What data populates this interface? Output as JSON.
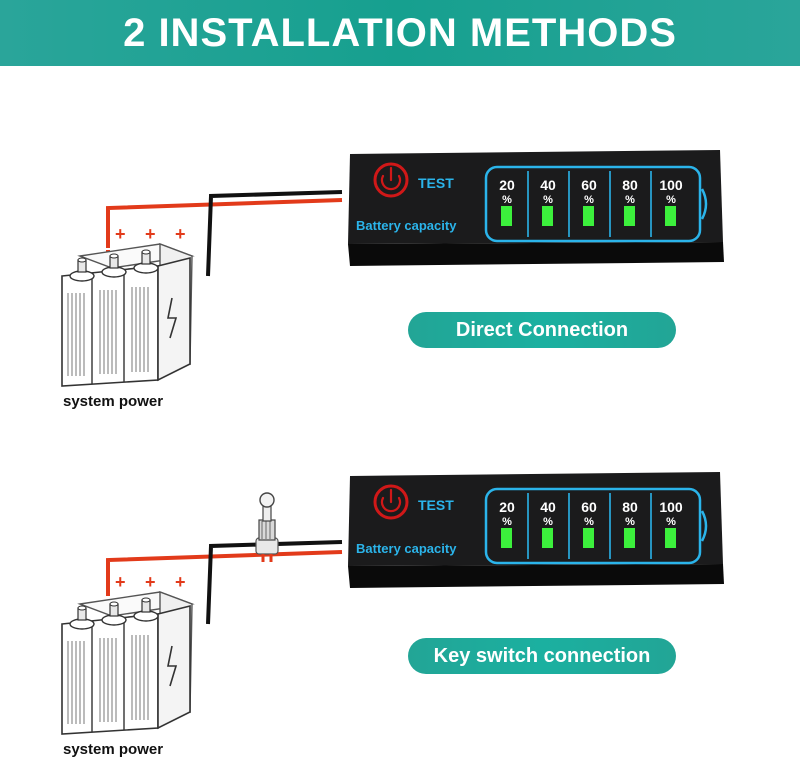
{
  "banner": {
    "title": "2 INSTALLATION METHODS"
  },
  "meter": {
    "test_label": "TEST",
    "capacity_label": "Battery capacity",
    "levels": [
      "20",
      "40",
      "60",
      "80",
      "100"
    ],
    "percent_sign": "%"
  },
  "battery": {
    "plus_sign": "+"
  },
  "sections": [
    {
      "label": "Direct Connection",
      "caption": "system power"
    },
    {
      "label": "Key switch connection",
      "caption": "system power"
    }
  ],
  "colors": {
    "banner": "#16a08f",
    "pill": "#1bb0a0",
    "wire_positive": "#e23a1a",
    "wire_negative": "#111111",
    "led": "#3cf03c",
    "meter_outline": "#2bb4ea",
    "power_ring": "#d01818"
  }
}
